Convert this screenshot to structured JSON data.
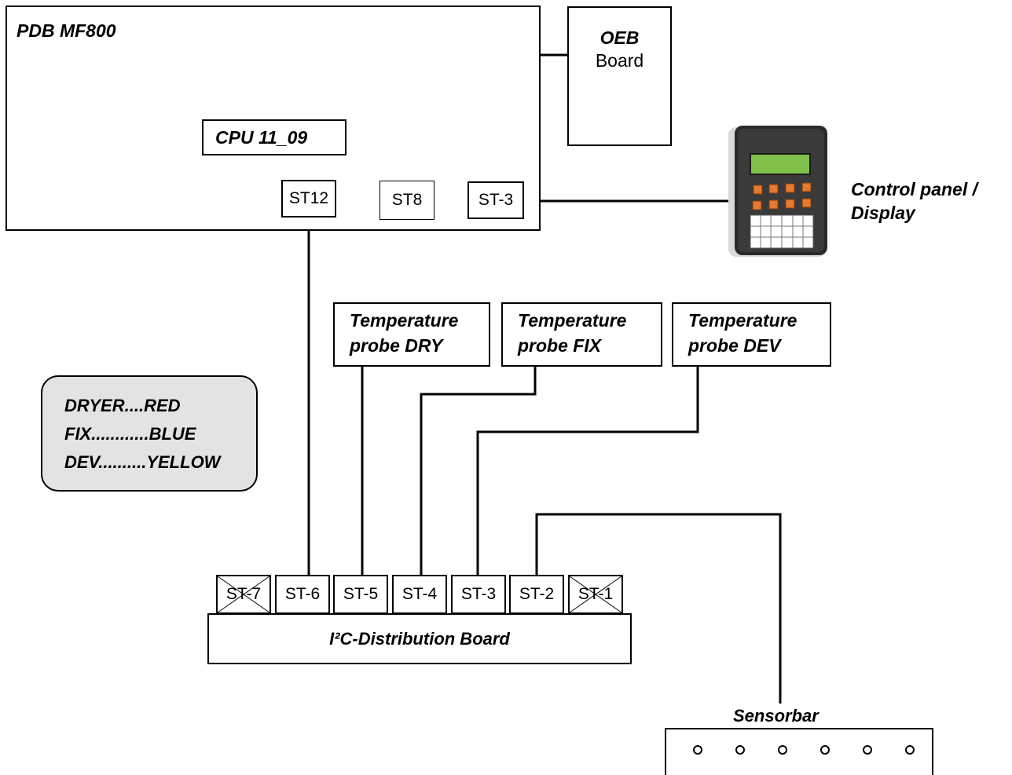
{
  "pdb": {
    "title": "PDB MF800"
  },
  "cpu": {
    "label": "CPU 11_09"
  },
  "oeb": {
    "line1": "OEB",
    "line2": "Board"
  },
  "pdb_connectors": {
    "st12": "ST12",
    "st8": "ST8",
    "st3": "ST-3"
  },
  "control_panel": {
    "line1": "Control panel /",
    "line2": "Display"
  },
  "probes": [
    {
      "line1": "Temperature",
      "line2": "probe DRY"
    },
    {
      "line1": "Temperature",
      "line2": "probe FIX"
    },
    {
      "line1": "Temperature",
      "line2": "probe DEV"
    }
  ],
  "legend": [
    "DRYER....RED",
    "FIX............BLUE",
    "DEV..........YELLOW"
  ],
  "distribution_board": {
    "label": "I²C-Distribution Board",
    "connectors": [
      {
        "label": "ST-7",
        "crossed": true
      },
      {
        "label": "ST-6",
        "crossed": false
      },
      {
        "label": "ST-5",
        "crossed": false
      },
      {
        "label": "ST-4",
        "crossed": false
      },
      {
        "label": "ST-3",
        "crossed": false
      },
      {
        "label": "ST-2",
        "crossed": false
      },
      {
        "label": "ST-1",
        "crossed": true
      }
    ]
  },
  "sensorbar": {
    "label": "Sensorbar",
    "sensor_count": 6
  }
}
